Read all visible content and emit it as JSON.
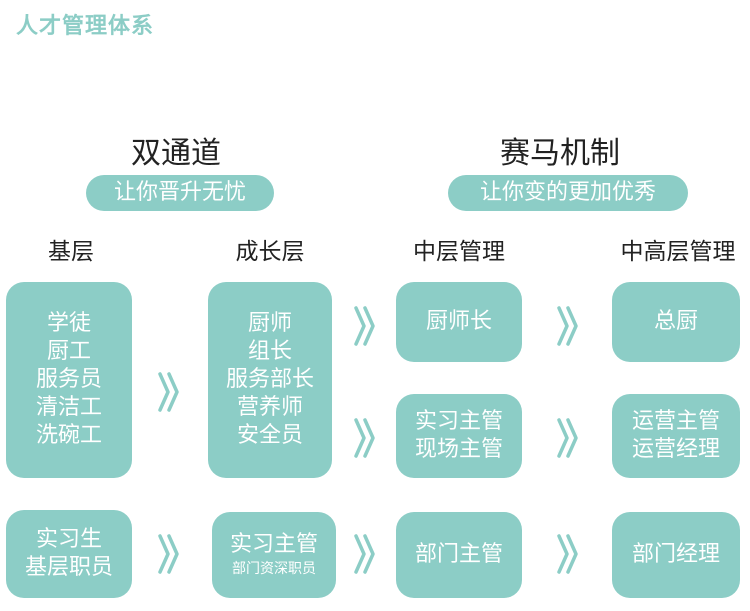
{
  "page_title": "人才管理体系",
  "sections": {
    "left": {
      "title": "双通道",
      "subtitle": "让你晋升无忧"
    },
    "right": {
      "title": "赛马机制",
      "subtitle": "让你变的更加优秀"
    }
  },
  "columns": [
    "基层",
    "成长层",
    "中层管理",
    "中高层管理"
  ],
  "boxes": {
    "base_main": [
      "学徒",
      "厨工",
      "服务员",
      "清洁工",
      "洗碗工"
    ],
    "growth_main": [
      "厨师",
      "组长",
      "服务部长",
      "营养师",
      "安全员"
    ],
    "mid_1": [
      "厨师长"
    ],
    "mid_2": [
      "实习主管",
      "现场主管"
    ],
    "top_1": [
      "总厨"
    ],
    "top_2": [
      "运营主管",
      "运营经理"
    ],
    "base_bottom": [
      "实习生",
      "基层职员"
    ],
    "growth_bottom": {
      "main": "实习主管",
      "sub": "部门资深职员"
    },
    "mid_bottom": [
      "部门主管"
    ],
    "top_bottom": [
      "部门经理"
    ]
  },
  "colors": {
    "accent": "#8ccdc6",
    "text": "#222222",
    "box_text": "#ffffff"
  },
  "icons": {
    "arrow": "double-chevron-right-icon"
  }
}
